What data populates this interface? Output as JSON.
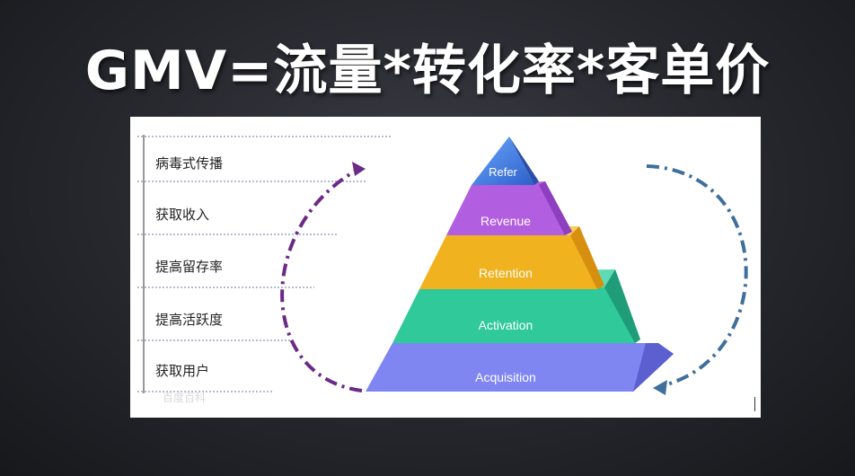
{
  "title": "GMV=流量*转化率*客单价",
  "stages": [
    "病毒式传播",
    "获取收入",
    "提高留存率",
    "提高活跃度",
    "获取用户"
  ],
  "layers": [
    {
      "label": "Refer",
      "color": "#4a7fe0"
    },
    {
      "label": "Revenue",
      "color": "#b25ee0"
    },
    {
      "label": "Retention",
      "color": "#f0b21f"
    },
    {
      "label": "Activation",
      "color": "#2fc99a"
    },
    {
      "label": "Acquisition",
      "color": "#7f86f2"
    }
  ],
  "watermark": "百度百科",
  "colors": {
    "left_arrow": "#6b2a86",
    "right_arrow": "#3f6f9a"
  }
}
